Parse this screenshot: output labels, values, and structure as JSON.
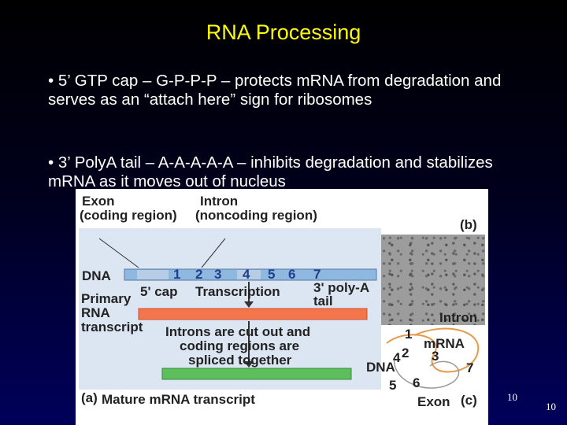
{
  "slide": {
    "title": "RNA Processing",
    "bullets": [
      "• 5’ GTP cap – G-P-P-P – protects mRNA from degradation and serves as an “attach here” sign for ribosomes",
      "• 3’ PolyA tail – A-A-A-A-A – inhibits degradation and stabilizes mRNA as it moves out of nucleus"
    ],
    "page_number_inner": "10",
    "page_number_outer": "10"
  },
  "figure": {
    "exon_label": "Exon",
    "exon_sub": "(coding region)",
    "intron_label": "Intron",
    "intron_sub": "(noncoding region)",
    "panel_b": "(b)",
    "panel_a": "(a)",
    "panel_c": "(c)",
    "dna_label": "DNA",
    "exon_numbers": [
      "1",
      "2",
      "3",
      "4",
      "5",
      "6",
      "7"
    ],
    "cap_label": "5' cap",
    "transcription_label": "Transcription",
    "polya_label": "3' poly-A",
    "tail_label": "tail",
    "primary_label_1": "Primary",
    "primary_label_2": "RNA",
    "primary_label_3": "transcript",
    "splice_text_1": "Introns are cut out and",
    "splice_text_2": "coding regions are",
    "splice_text_3": "spliced together",
    "mature_label": "Mature mRNA transcript",
    "c_intron": "Intron",
    "c_mrna": "mRNA",
    "c_dna": "DNA",
    "c_exon": "Exon",
    "c_numbers": [
      "1",
      "2",
      "3",
      "4",
      "5",
      "6",
      "7"
    ]
  },
  "colors": {
    "title": "#ffff00",
    "exon_blue": "#8fb8e0",
    "exon_number": "#1f3f8a",
    "rna_orange": "#f4744c",
    "mature_green": "#5cbf5c",
    "intron_fill": "#e6c9a0"
  }
}
